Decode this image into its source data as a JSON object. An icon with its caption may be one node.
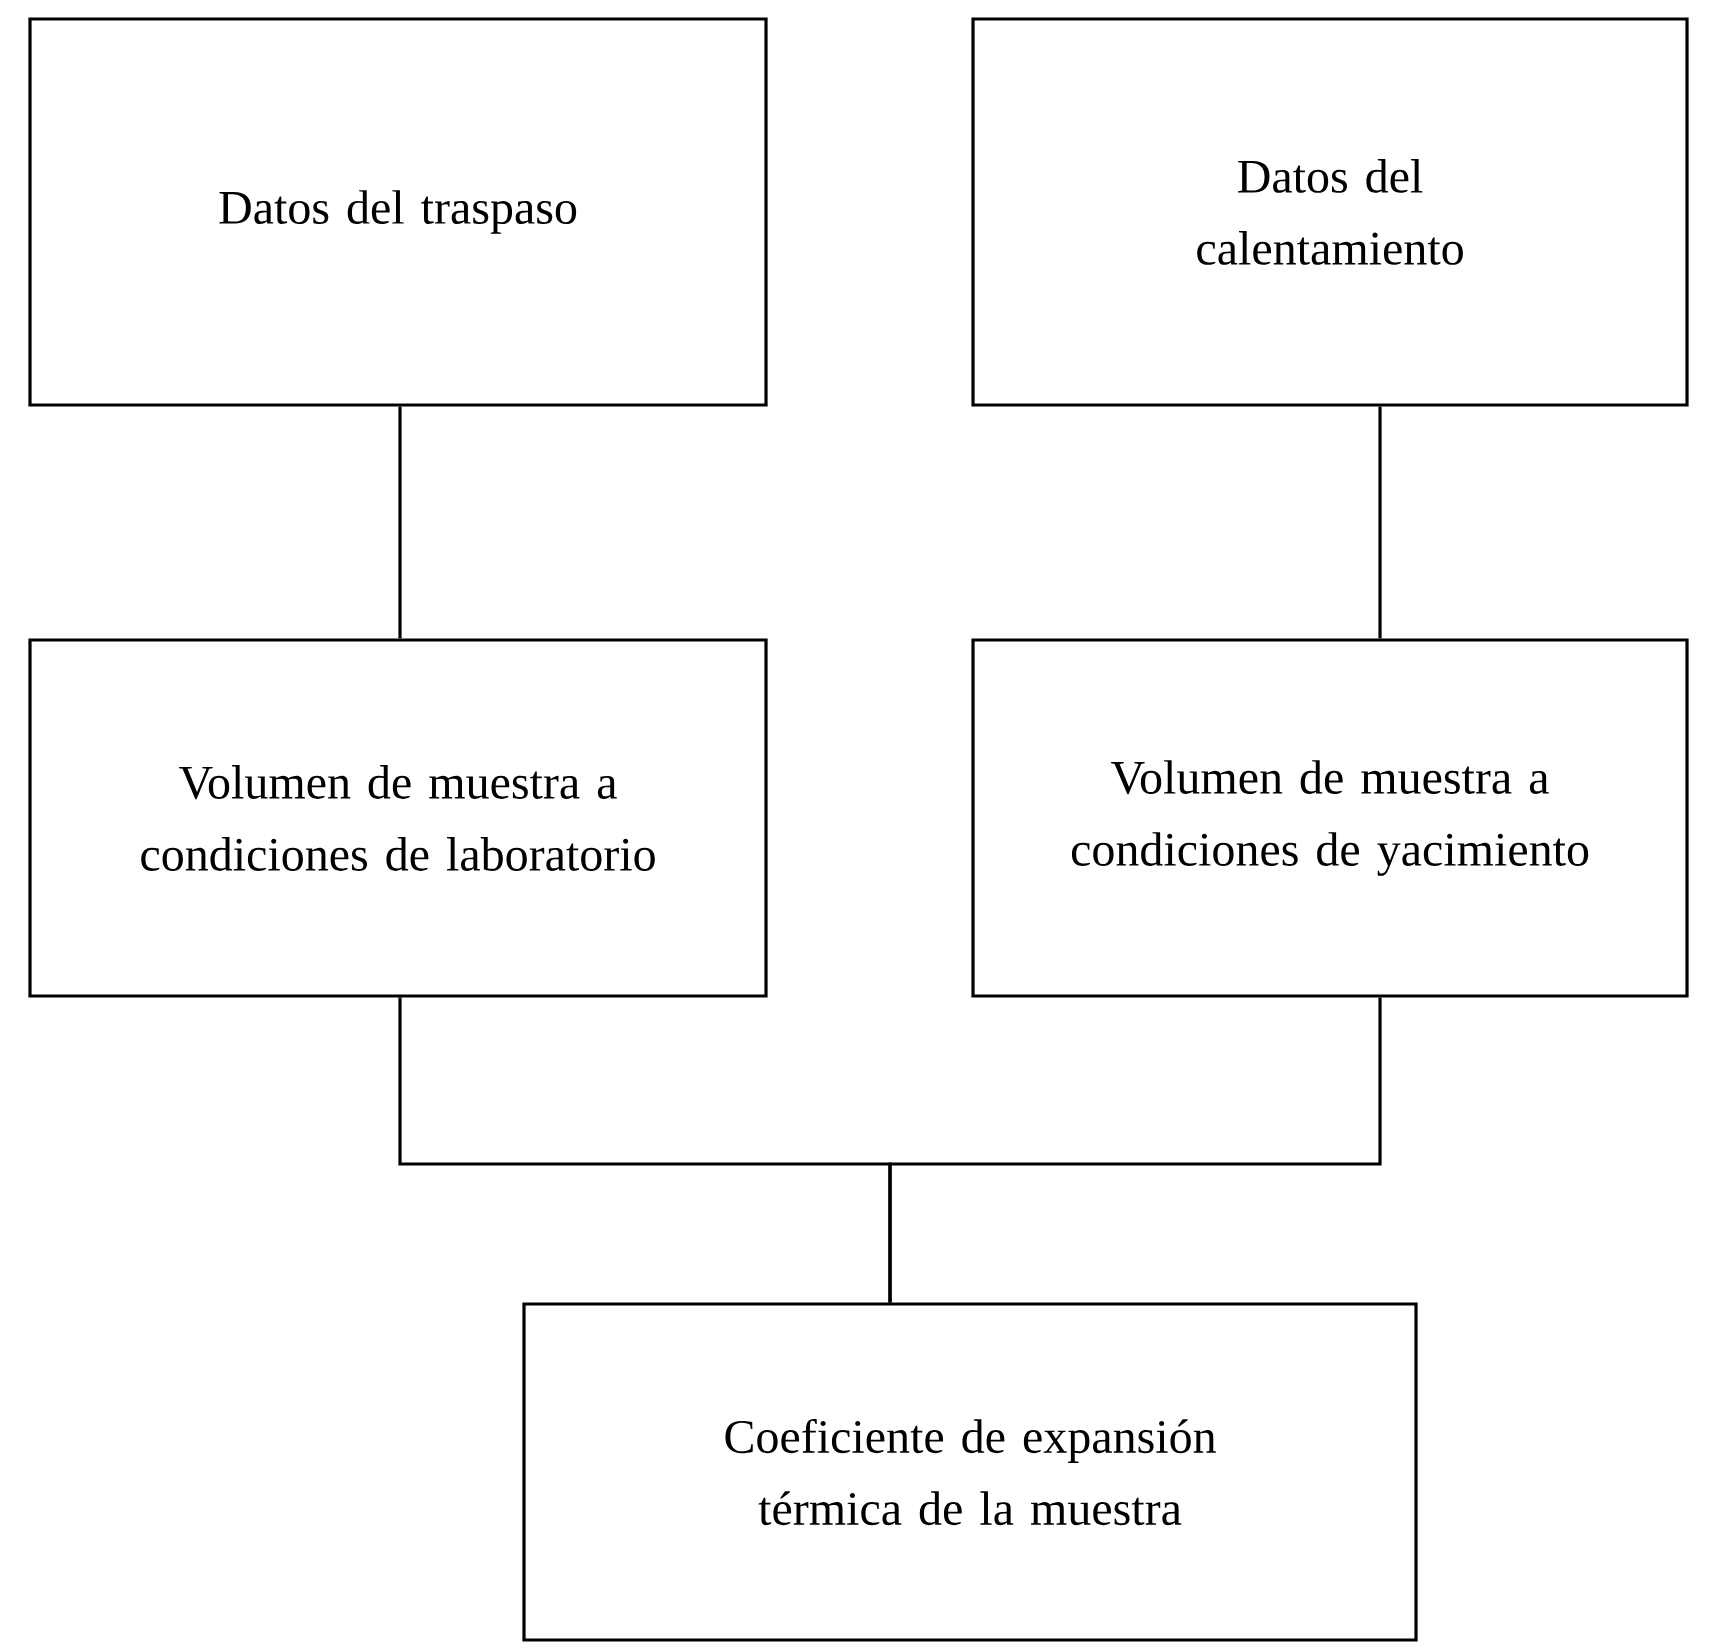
{
  "diagram": {
    "nodes": [
      {
        "text": [
          "Datos del traspaso"
        ]
      },
      {
        "text": [
          "Datos del calentamiento"
        ]
      },
      {
        "text": [
          "Volumen de muestra a condiciones de laboratorio"
        ]
      },
      {
        "text": [
          "Volumen de muestra a condiciones de yacimiento"
        ]
      },
      {
        "text": [
          "Coeficiente de expansión térmica de la muestra"
        ]
      }
    ],
    "edges": [
      {
        "from": 2,
        "to": 0,
        "arrow": "none"
      },
      {
        "from": 3,
        "to": 1,
        "arrow": "none"
      },
      {
        "from": 2,
        "to": 4,
        "arrow": "none"
      },
      {
        "from": 3,
        "to": 4,
        "arrow": "none"
      }
    ]
  }
}
